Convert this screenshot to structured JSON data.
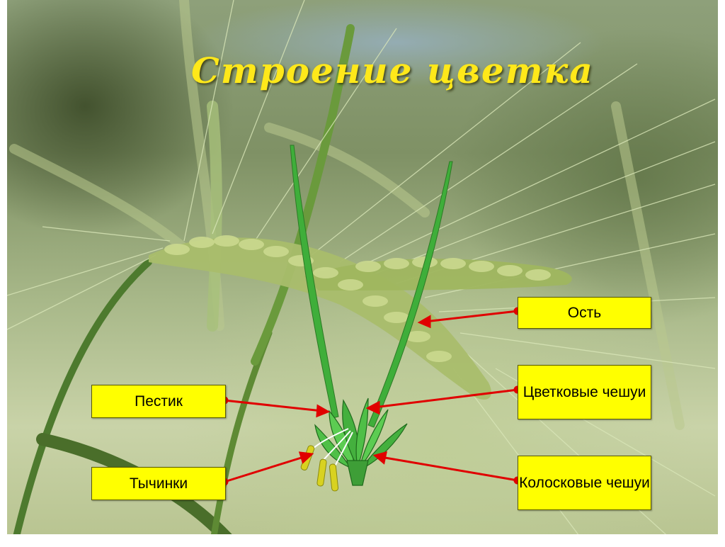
{
  "slide": {
    "title": "Строение цветка"
  },
  "labels": {
    "ost": "Ость",
    "cvetkovye": "Цветковые чешуи",
    "kolosovye": "Колосковые чешуи",
    "pestik": "Пестик",
    "tychinki": "Тычинки"
  },
  "colors": {
    "title": "#ffe81a",
    "label_bg": "#ffff00",
    "arrow": "#e00000",
    "flower_green": "#3fae3a"
  },
  "icons": {
    "background": "barley-field-photo",
    "flower": "barley-flower-diagram"
  }
}
